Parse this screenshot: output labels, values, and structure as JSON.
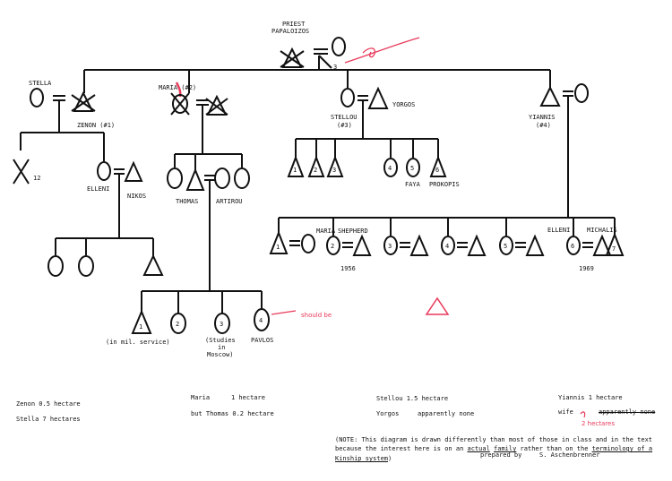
{
  "people": {
    "priest": "PRIEST",
    "papaloizos": "PAPALOIZOS",
    "stella": "STELLA",
    "zenon": "ZENON (#1)",
    "maria": "MARIA (#2)",
    "stellou": "STELLOU",
    "stellou_num": "(#3)",
    "yorgos": "YORGOS",
    "yiannis": "YIANNIS",
    "yiannis_num": "(#4)",
    "elleni": "ELLENI",
    "nikos": "NIKOS",
    "thomas": "THOMAS",
    "artirou": "ARTIROU",
    "faya": "FAYA",
    "prokopis": "PROKOPIS",
    "maria2": "MARIA",
    "shepherd": "SHEPHERD",
    "elleni2": "ELLENI",
    "michalis": "MICHALIS",
    "mil_service": "(in mil. service)",
    "studies_1": "(Studies",
    "studies_2": "in",
    "studies_3": "Moscow)",
    "pavlos": "PAVLOS"
  },
  "numbers": {
    "n1": "1",
    "n2": "2",
    "n3": "3",
    "n4": "4",
    "n5": "5",
    "n6": "6",
    "n12": "12",
    "n13": "3"
  },
  "years": {
    "y1956": "1956",
    "y1969": "1969"
  },
  "annotations": {
    "should_be": "should be",
    "two_hectares": "2 hectares"
  },
  "land": {
    "zenon": "Zenon 0.5 hectare",
    "stella": "Stella  7 hectares",
    "maria_name": "Maria",
    "maria_value": "1  hectare",
    "thomas": "but Thomas 0.2 hectare",
    "stellou": "Stellou 1.5 hectare",
    "yorgos_name": "Yorgos",
    "yorgos_value": "apparently none",
    "yiannis": "Yiannis 1 hectare",
    "wife_name": "wife",
    "wife_value": "apparently none"
  },
  "note": {
    "line1": "(NOTE:  This diagram is drawn differently than most of those in class and in the text",
    "line2_a": "because the interest here is on an",
    "line2_b": "actual",
    "line2_c": "family",
    "line2_d": "rather than on the",
    "line2_e": "terminology of a",
    "line3_a": "Kinship system",
    "line3_b": ")",
    "prepared": "prepared by",
    "author": "S. Aschenbrenner"
  },
  "colors": {
    "ink": "#111111",
    "pen": "#e8395a"
  }
}
